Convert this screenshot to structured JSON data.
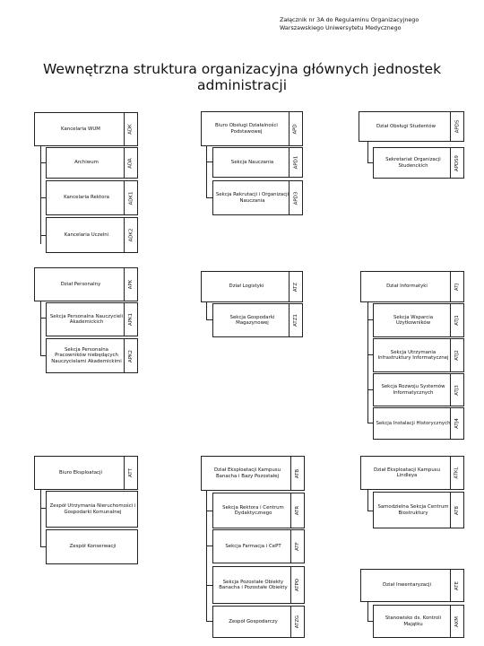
{
  "header": {
    "line1": "Załącznik nr 3A do Regulaminu Organizacyjnego",
    "line2": "Warszawskiego Uniwersytetu Medycznego"
  },
  "title": {
    "line1": "Wewnętrzna struktura organizacyjna głównych jednostek",
    "line2": "administracji"
  },
  "boxes": {
    "adk": {
      "label": "Kancelaria WUM",
      "code": "ADK"
    },
    "ada": {
      "label": "Archiwum",
      "code": "ADA"
    },
    "adk1": {
      "label": "Kancelaria Rektora",
      "code": "ADK1"
    },
    "adk2": {
      "label": "Kancelaria Uczelni",
      "code": "ADK2"
    },
    "apd": {
      "label": "Biuro Obsługi Działalności Podstawowej",
      "code": "APD"
    },
    "apd1": {
      "label": "Sekcja Nauczania",
      "code": "APD1"
    },
    "apd3": {
      "label": "Sekcja Rekrutacji i Organizacji Nauczania",
      "code": "APD3"
    },
    "apds": {
      "label": "Dział Obsługi Studentów",
      "code": "APDS"
    },
    "apds9": {
      "label": "Sekretariat Organizacji Studenckich",
      "code": "APDS9"
    },
    "apk": {
      "label": "Dział Personalny",
      "code": "APK"
    },
    "apk1": {
      "label": "Sekcja Personalna Nauczycieli Akademickich",
      "code": "APK1"
    },
    "apk2": {
      "label": "Sekcja Personalna Pracowników niebędących Nauczycielami Akademickimi",
      "code": "APK2"
    },
    "atz": {
      "label": "Dział Logistyki",
      "code": "ATZ"
    },
    "atz1": {
      "label": "Sekcja Gospodarki Magazynowej",
      "code": "ATZ1"
    },
    "atj": {
      "label": "Dział Informatyki",
      "code": "ATJ"
    },
    "atj1": {
      "label": "Sekcja Wsparcia Użytkowników",
      "code": "ATJ1"
    },
    "atj2": {
      "label": "Sekcja Utrzymania Infrastruktury Informatycznej",
      "code": "ATJ2"
    },
    "atj3": {
      "label": "Sekcja Rozwoju Systemów Informatycznych",
      "code": "ATJ3"
    },
    "atj4": {
      "label": "Sekcja Instalacji Historycznych",
      "code": "ATJ4"
    },
    "att": {
      "label": "Biuro Eksploatacji",
      "code": "ATT"
    },
    "zuin": {
      "label": "Zespół Utrzymania Nieruchomości i Gospodarki Komunalnej",
      "code": ""
    },
    "zk": {
      "label": "Zespół Konserwacji",
      "code": ""
    },
    "atb": {
      "label": "Dział Eksploatacji Kampusu Banacha i Bazy Pozostałej",
      "code": "ATB"
    },
    "atr": {
      "label": "Sekcja Rektora i Centrum Dydaktycznego",
      "code": "ATR"
    },
    "atf": {
      "label": "Sekcja Farmacja i CePT",
      "code": "ATF"
    },
    "atpo": {
      "label": "Sekcja Pozostałe Obiekty Banacha i Pozostałe Obiekty",
      "code": "ATPO"
    },
    "atzg": {
      "label": "Zespół Gospodarczy",
      "code": "ATZG"
    },
    "atkl": {
      "label": "Dział Eksploatacji Kampusu Lindleya",
      "code": "ATKL"
    },
    "at8": {
      "label": "Samodzielna Sekcja Centrum Biostruktury",
      "code": "AT8"
    },
    "ate": {
      "label": "Dział Inwentaryzacji",
      "code": "ATE"
    },
    "akm": {
      "label": "Stanowisko ds. Kontroli Majątku",
      "code": "AKM"
    }
  }
}
